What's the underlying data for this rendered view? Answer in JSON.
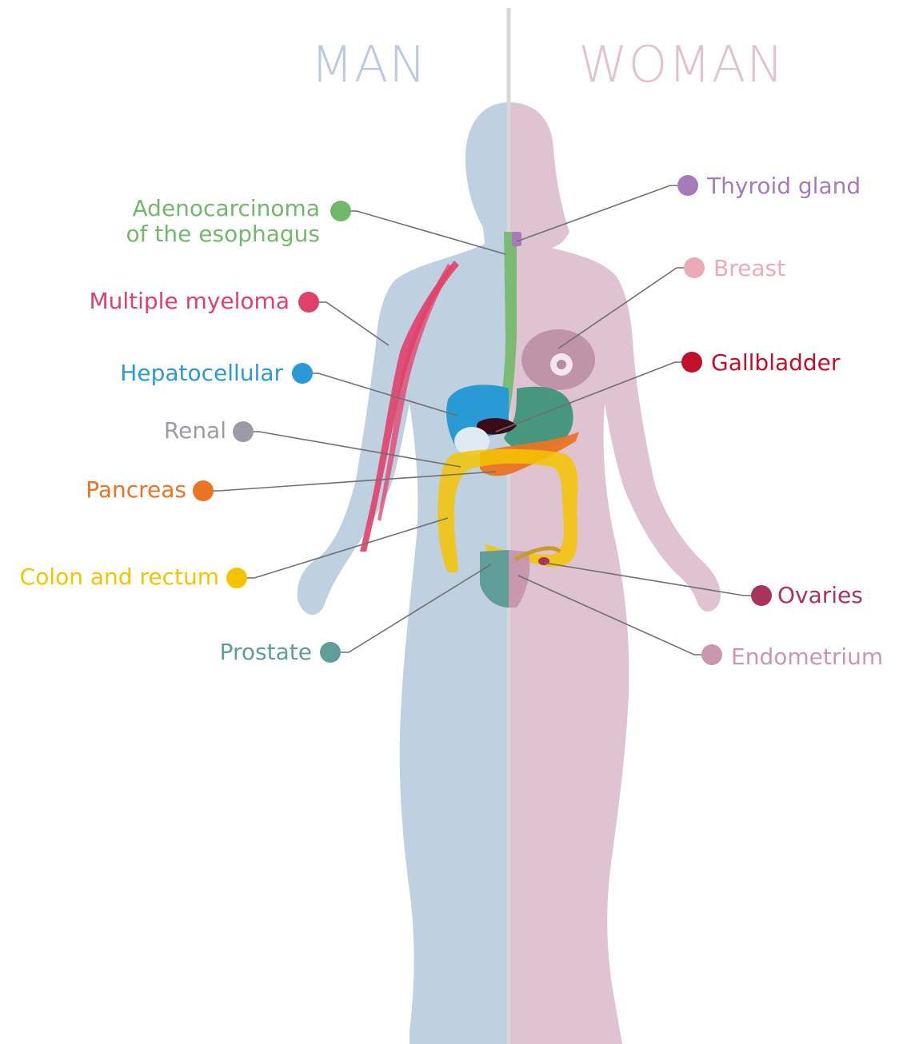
{
  "headers": {
    "man": "MAN",
    "woman": "WOMAN",
    "man_color": "#bccbdb",
    "woman_color": "#e1c2cf"
  },
  "body_colors": {
    "man": "#bfd0e0",
    "woman": "#e0c3d0",
    "divider": "#d7d7d7"
  },
  "labels": {
    "adenocarcinoma_line1": "Adenocarcinoma",
    "adenocarcinoma_line2": "of the esophagus",
    "myeloma": "Multiple myeloma",
    "hepatocellular": "Hepatocellular",
    "renal": "Renal",
    "pancreas": "Pancreas",
    "colon": "Colon and rectum",
    "prostate": "Prostate",
    "thyroid": "Thyroid gland",
    "breast": "Breast",
    "gallbladder": "Gallbladder",
    "ovaries": "Ovaries",
    "endometrium": "Endometrium"
  },
  "colors": {
    "adenocarcinoma": "#72b86a",
    "myeloma": "#e0406a",
    "hepatocellular": "#2a9ad4",
    "renal": "#9b9ba3",
    "pancreas": "#ea7324",
    "colon": "#f3c400",
    "prostate": "#5e9e96",
    "thyroid": "#a77ab8",
    "breast": "#eaaab8",
    "gallbladder": "#c10f2c",
    "ovaries": "#a8345c",
    "endometrium": "#c898b0"
  }
}
